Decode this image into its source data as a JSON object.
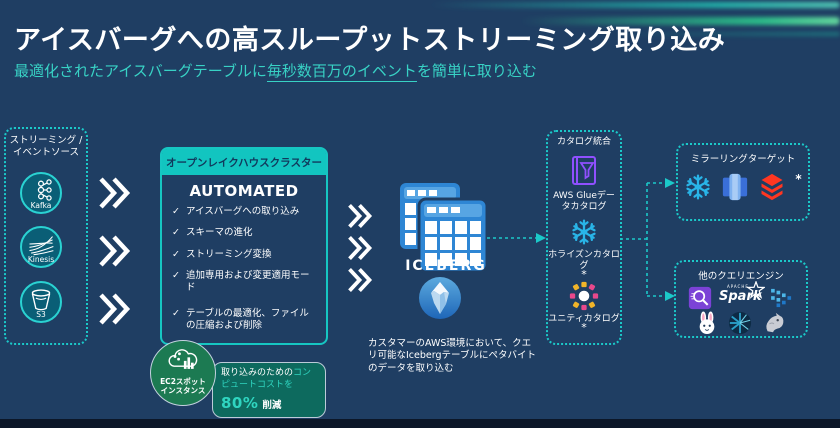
{
  "header": {
    "title": "アイスバーグへの高スループットストリーミング取り込み",
    "subtitle_prefix": "最適化されたアイスバーグテーブルに",
    "subtitle_highlight": "毎秒数百万のイベント",
    "subtitle_suffix": "を簡単に取り込む"
  },
  "sources": {
    "label": "ストリーミング / イベントソース",
    "items": [
      {
        "name": "Kafka",
        "icon": "kafka-icon"
      },
      {
        "name": "Kinesis",
        "icon": "kinesis-icon"
      },
      {
        "name": "S3",
        "icon": "s3-bucket-icon"
      }
    ]
  },
  "cluster": {
    "header": "オープンレイクハウスクラスター",
    "title": "AUTOMATED",
    "check_glyph": "✓",
    "checklist": [
      "アイスバーグへの取り込み",
      "スキーマの進化",
      "ストリーミング変換",
      "追加専用および変更適用モード",
      "テーブルの最適化、ファイルの圧縮および削除"
    ]
  },
  "ec2": {
    "label_line1": "EC2スポット",
    "label_line2": "インスタンス",
    "icon": "cloud-compute-icon"
  },
  "cost_callout": {
    "text_white": "取り込みのための",
    "text_teal": "コンピュートコストを",
    "percent": "80%",
    "suffix": "削減"
  },
  "iceberg": {
    "label": "ICEBERG",
    "description": "カスタマーのAWS環境において、クエリ可能なIcebergテーブルにペタバイトのデータを取り込む",
    "icons": [
      "table-grid-icon",
      "iceberg-logo-icon"
    ]
  },
  "catalogs": {
    "label": "カタログ統合",
    "items": [
      {
        "name": "AWS Glueデータカタログ",
        "icon": "aws-glue-icon",
        "asterisk": ""
      },
      {
        "name": "ホライズンカタログ",
        "icon": "snowflake-icon",
        "asterisk": "*"
      },
      {
        "name": "ユニティカタログ",
        "icon": "unity-catalog-icon",
        "asterisk": "*"
      }
    ]
  },
  "mirroring": {
    "label": "ミラーリングターゲット",
    "icons": [
      "snowflake-icon",
      "redshift-icon",
      "databricks-icon"
    ],
    "asterisk": "*"
  },
  "engines": {
    "label": "他のクエリエンジン",
    "spark_label": "Spark",
    "spark_small_label": "APACHE",
    "icons": [
      "athena-icon",
      "spark-icon",
      "pixel-arrow-icon",
      "rabbit-icon",
      "fan-icon",
      "animal-head-icon"
    ]
  },
  "colors": {
    "background": "#1f3e63",
    "accent_teal": "#14c6c1",
    "subtitle_teal": "#38d2c5",
    "callout_green": "#0d6a5e",
    "ec2_green": "#1c7a52",
    "table_blue": "#2e86d4",
    "glue_purple": "#9050ff",
    "snowflake_blue": "#29b5e8",
    "unity_pink": "#e8488b",
    "unity_yellow": "#f0b429",
    "databricks_red": "#ff3621",
    "athena_purple": "#7b42d6",
    "bottom_bar": "#0c1728"
  }
}
